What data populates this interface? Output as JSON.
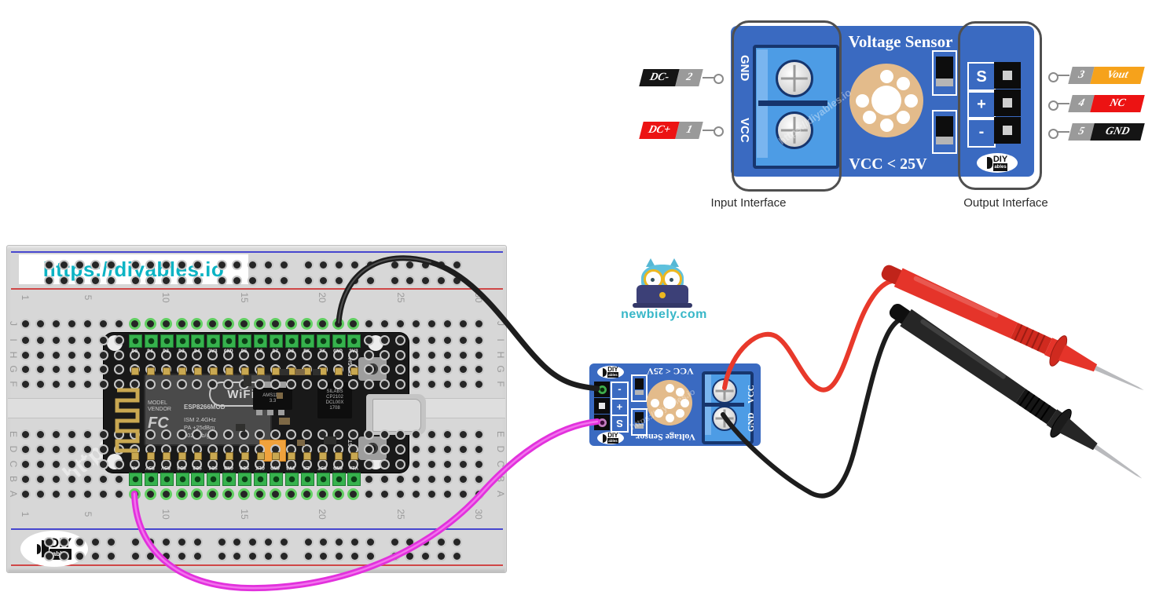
{
  "meta": {
    "watermark": "https://diyables.io"
  },
  "pinout_diagram": {
    "title": "Voltage Sensor",
    "voltage_note": "VCC < 25V",
    "input_interface_label": "Input Interface",
    "output_interface_label": "Output Interface",
    "terminal_labels": [
      "GND",
      "VCC"
    ],
    "output_pin_labels": [
      "S",
      "+",
      "-"
    ],
    "left_callouts": [
      {
        "name": "DC-",
        "num": "2",
        "bg": "#151515"
      },
      {
        "name": "DC+",
        "num": "1",
        "bg": "#ec1313"
      }
    ],
    "right_callouts": [
      {
        "num": "3",
        "name": "Vout",
        "bg": "#f6a21b"
      },
      {
        "num": "4",
        "name": "NC",
        "bg": "#ec1313"
      },
      {
        "num": "5",
        "name": "GND",
        "bg": "#151515"
      }
    ],
    "diy_logo": {
      "top": "DIY",
      "bottom": "ables"
    }
  },
  "breadboard": {
    "banner_text": "https://diyables.io",
    "column_numbers": [
      "1",
      "5",
      "10",
      "15",
      "20",
      "25",
      "30"
    ],
    "row_letters_top": [
      "J",
      "I",
      "H",
      "G",
      "F"
    ],
    "row_letters_bottom": [
      "E",
      "D",
      "C",
      "B",
      "A"
    ],
    "diy_logo": {
      "top": "DIY",
      "bottom": "ables"
    }
  },
  "nodemcu": {
    "top_pin_labels": [
      "D0",
      "D1",
      "D2",
      "D3",
      "D4",
      "3V3",
      "GND",
      "D5",
      "D6",
      "D7",
      "D8",
      "RX",
      "TX",
      "GND",
      "3V3"
    ],
    "bottom_pin_labels": [
      "A0",
      "RSV",
      "RSV",
      "SD3",
      "SD2",
      "SD1",
      "GND",
      "SD0",
      "CLK",
      "GND",
      "3V3",
      "EN",
      "RST",
      "GND",
      "Vin"
    ],
    "shield": {
      "wifi": "WiFi",
      "model_vendor": "MODEL\nVENDOR",
      "fcc": "FC",
      "name": "ESP8266MOD",
      "line1": "ISM 2.4GHz",
      "line2": "PA  +25dBm",
      "line3": "802.11b/g/n"
    },
    "regulator": "AMS1117\n3.3",
    "usb_chip": "SILABS\nCP2102\nDCL00X\n1708",
    "flash_label": "FLASH",
    "rst_label": "RST"
  },
  "sensor_module": {
    "title": "Voltage Sensor",
    "voltage_note": "VCC < 25V",
    "pin_labels": [
      "-",
      "+",
      "S"
    ],
    "terminal_labels": [
      "VCC",
      "GND"
    ],
    "diy_logo": {
      "top": "DIY",
      "bottom": "ables"
    }
  },
  "newbiely": {
    "text": "newbiely.com"
  },
  "colors": {
    "pcb_blue": "#3a6ac1",
    "terminal_blue": "#4d9ce5",
    "trimmer_tan": "#e3bb8b",
    "green_ring": "#62cf62",
    "green_pin": "#36b24d",
    "banner_cyan": "#0cb4c4",
    "newbiely_cyan": "#38b7c8",
    "wire_black": "#1d1d1d",
    "wire_magenta": "#e231dd",
    "wire_red": "#e8392b",
    "probe_red": "#e5342a",
    "probe_black": "#262626"
  }
}
